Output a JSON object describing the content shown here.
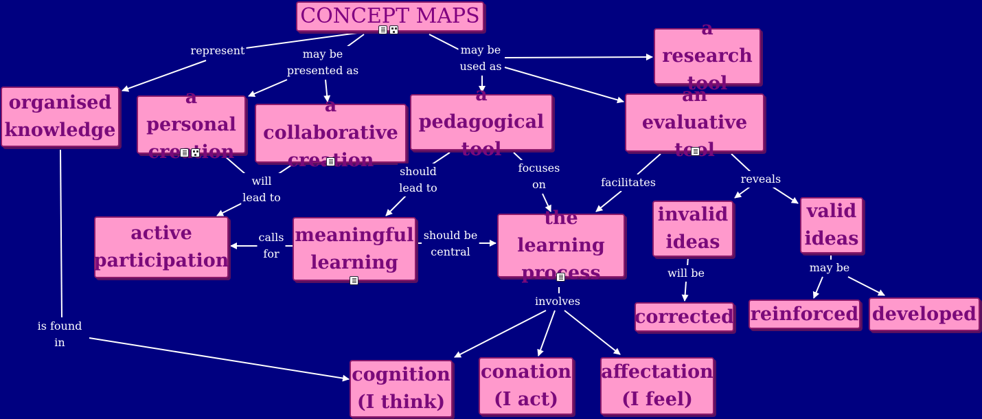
{
  "title": "CONCEPT  MAPS",
  "nodes": {
    "concept_maps": "CONCEPT  MAPS",
    "organised_knowledge": "organised\nknowledge",
    "personal_creation": "a personal\ncreation",
    "collaborative_creation": "a collaborative\ncreation",
    "pedagogical_tool": "a pedagogical\ntool",
    "research_tool": "a research\ntool",
    "evaluative_tool": "an evaluative\ntool",
    "active_participation": "active\nparticipation",
    "meaningful_learning": "meaningful\nlearning",
    "learning_process": "the learning\nprocess",
    "invalid_ideas": "invalid\nideas",
    "valid_ideas": "valid\nideas",
    "corrected": "corrected",
    "reinforced": "reinforced",
    "developed": "developed",
    "cognition": "cognition\n(I think)",
    "conation": "conation\n(I act)",
    "affectation": "affectation\n(I feel)"
  },
  "links": {
    "represent": "represent",
    "may_be_presented_as": "may be\npresented as",
    "may_be_used_as": "may be\nused as",
    "will_lead_to": "will\nlead to",
    "should_lead_to": "should\nlead to",
    "focuses_on": "focuses\non",
    "facilitates": "facilitates",
    "reveals": "reveals",
    "calls_for": "calls\nfor",
    "should_be_central": "should be\ncentral",
    "will_be": "will be",
    "may_be": "may be",
    "involves": "involves",
    "is_found_in": "is found\nin"
  },
  "colors": {
    "background": "#000080",
    "node_fill": "#ff99cc",
    "node_text": "#7a0a7a",
    "link": "#ffffff"
  }
}
